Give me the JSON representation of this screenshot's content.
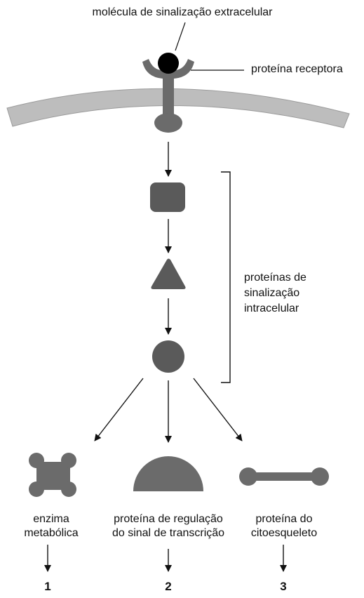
{
  "labels": {
    "signal_molecule": "molécula de sinalização extracelular",
    "receptor_protein": "proteína receptora",
    "intracellular_line1": "proteínas de",
    "intracellular_line2": "sinalização",
    "intracellular_line3": "intracelular",
    "enzyme_line1": "enzima",
    "enzyme_line2": "metabólica",
    "regulator_line1": "proteína de regulação",
    "regulator_line2": "do sinal de transcrição",
    "cytoskeleton_line1": "proteína do",
    "cytoskeleton_line2": "citoesqueleto"
  },
  "outputs": [
    "1",
    "2",
    "3"
  ],
  "colors": {
    "membrane": "#bdbdbd",
    "protein": "#6b6b6b",
    "signal_shape": "#5a5a5a",
    "molecule": "#000000",
    "line": "#111111"
  }
}
